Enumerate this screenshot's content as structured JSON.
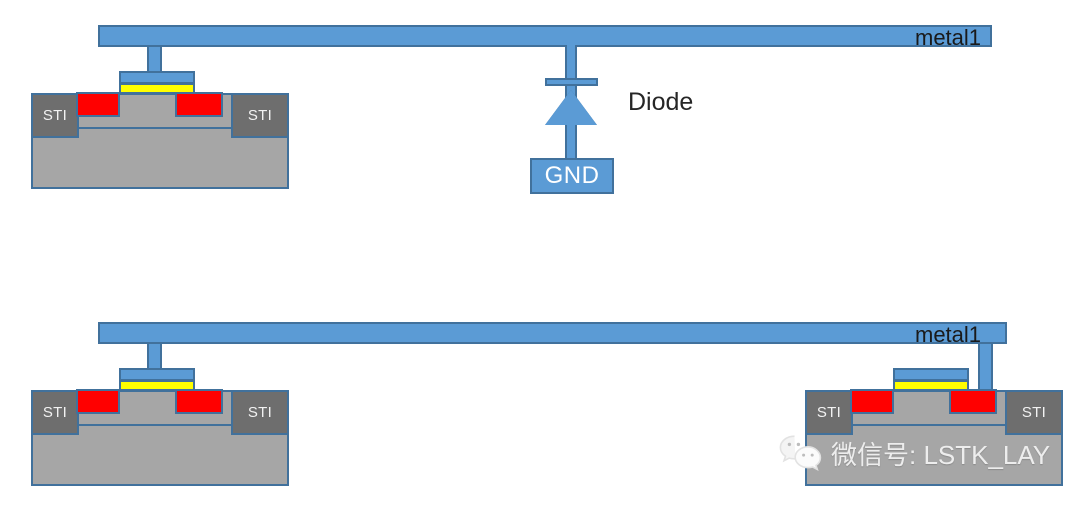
{
  "diagram": {
    "title": "MOSFET cross-section with metal1 routing and protection diode",
    "colors": {
      "metal_fill": "#5B9BD5",
      "metal_stroke": "#41719C",
      "poly_fill": "#FFFF00",
      "source_drain_fill": "#FF0000",
      "substrate_fill": "#A6A6A6",
      "sti_fill": "#6E6E6E",
      "text": "#262626",
      "watermark": "#EDEDED"
    }
  },
  "top_panel": {
    "metal1_label": "metal1",
    "device": {
      "sti_left_label": "STI",
      "sti_right_label": "STI"
    },
    "diode": {
      "label": "Diode",
      "ground_label": "GND"
    }
  },
  "bottom_panel": {
    "metal1_label": "metal1",
    "left_device": {
      "sti_left_label": "STI",
      "sti_right_label": "STI"
    },
    "right_device": {
      "sti_left_label": "STI",
      "sti_right_label": "STI"
    }
  },
  "watermark": {
    "text": "微信号: LSTK_LAY",
    "icon": "wechat-icon"
  }
}
